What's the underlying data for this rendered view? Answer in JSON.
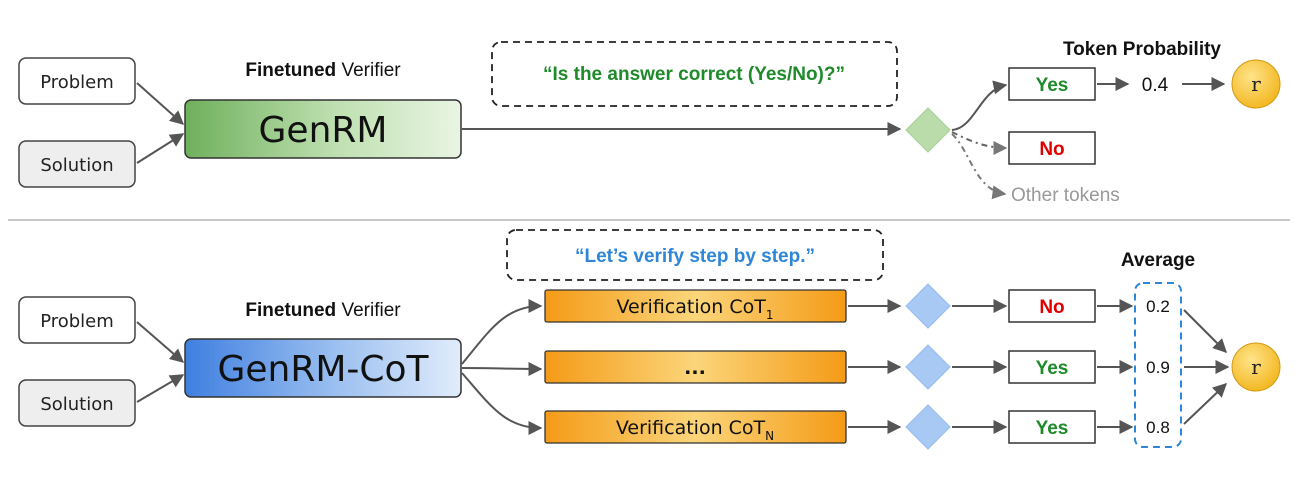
{
  "top": {
    "inputs": [
      "Problem",
      "Solution"
    ],
    "verifier_caption_bold": "Finetuned",
    "verifier_caption_rest": " Verifier",
    "model_label": "GenRM",
    "prompt": "“Is the answer correct (Yes/No)?”",
    "token_probability_title": "Token Probability",
    "yes_label": "Yes",
    "no_label": "No",
    "other_tokens": "Other tokens",
    "probability": "0.4",
    "reward": "r"
  },
  "bottom": {
    "inputs": [
      "Problem",
      "Solution"
    ],
    "verifier_caption_bold": "Finetuned",
    "verifier_caption_rest": " Verifier",
    "model_label": "GenRM-CoT",
    "prompt": "“Let’s verify step by step.”",
    "average_title": "Average",
    "cot_boxes": [
      {
        "label": "Verification CoT",
        "subscript": "1",
        "answer": "No",
        "score": "0.2"
      },
      {
        "label": "...",
        "subscript": "",
        "answer": "Yes",
        "score": "0.9"
      },
      {
        "label": "Verification CoT",
        "subscript": "N",
        "answer": "Yes",
        "score": "0.8"
      }
    ],
    "reward": "r"
  },
  "colors": {
    "yes": "#1e8a2a",
    "no": "#e00000",
    "green_prompt": "#1e8a2a",
    "blue_prompt": "#2e86d8",
    "genrm_green": "#7fba6f",
    "genrm_blue": "#5b93e3",
    "cot_orange": "#f5a21c",
    "reward_yellow": "#f7c42b"
  }
}
